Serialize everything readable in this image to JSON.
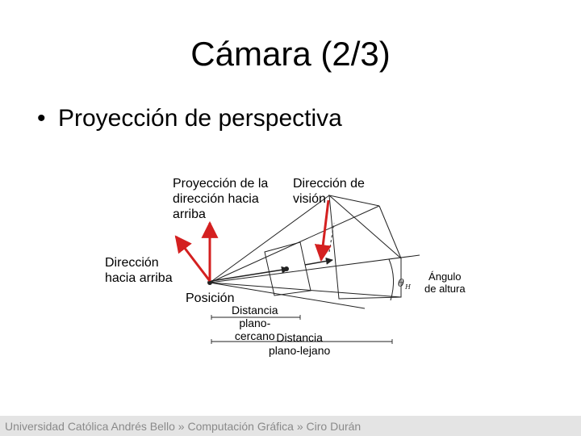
{
  "slide": {
    "title": "Cámara (2/3)",
    "bullet": "Proyección de perspectiva",
    "bullet_marker": "•"
  },
  "diagram": {
    "labels": {
      "up_projection": "Proyección de la\ndirección hacia\narriba",
      "view_direction": "Dirección de\nvisión",
      "up_direction": "Dirección\nhacia arriba",
      "height_angle": "Ángulo\nde altura",
      "position": "Posición",
      "near_distance": "Distancia\nplano-\ncercano",
      "far_distance": "Distancia\nplano-lejano",
      "theta_symbol": "θ",
      "theta_sub": "H"
    },
    "colors": {
      "arrow": "#d42020",
      "lines": "#222222"
    }
  },
  "footer": {
    "text": "Universidad Católica Andrés Bello » Computación Gráfica » Ciro Durán"
  }
}
